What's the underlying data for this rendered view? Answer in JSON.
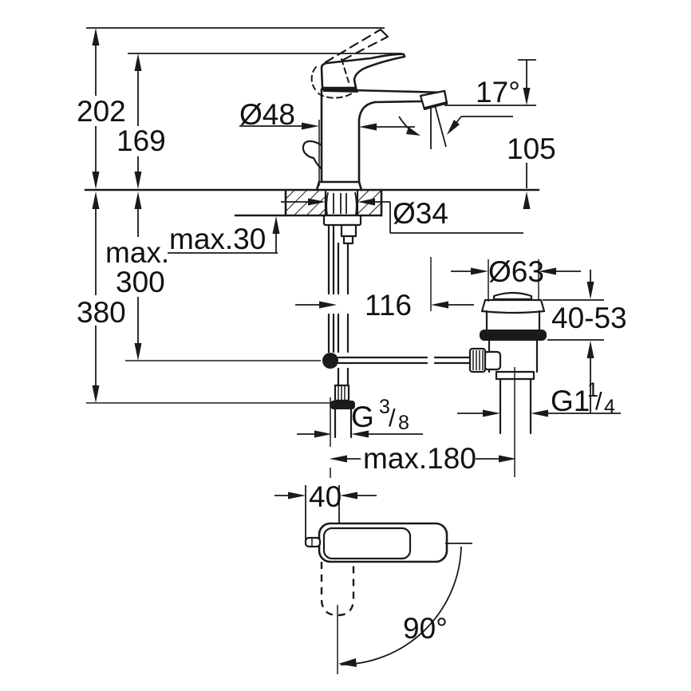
{
  "drawing": {
    "kind": "faucet-installation-dimension-drawing",
    "line_color": "#1a1a1a",
    "background": "#ffffff"
  },
  "labels": {
    "height_overall": "202",
    "height_to_handle": "169",
    "body_diameter": "Ø48",
    "spout_angle": "17°",
    "spout_height": "105",
    "deck_thickness": "max.30",
    "hole_diameter": "Ø34",
    "below_deck_max_line1": "max.",
    "below_deck_max_line2": "300",
    "supply_length": "380",
    "spout_reach": "116",
    "waste_flange_diameter": "Ø63",
    "basin_thickness_range": "40-53",
    "supply_thread": {
      "base": "G",
      "sup": "3",
      "sep": "/",
      "sub": "8"
    },
    "waste_thread": {
      "base": "G1",
      "sup": "1",
      "sep": "/",
      "sub": "4"
    },
    "hose_spread": "max.180",
    "handle_width": "40",
    "handle_swivel_angle": "90°"
  }
}
